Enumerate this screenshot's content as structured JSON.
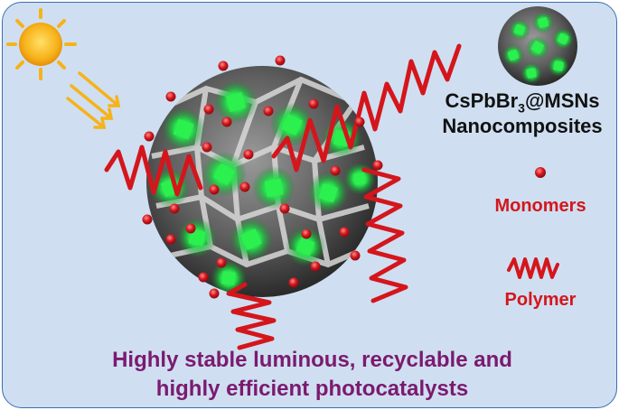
{
  "legend": {
    "composite_name_main": "CsPbBr",
    "composite_name_sub": "3",
    "composite_name_tail": "@MSNs",
    "composite_line2": "Nanocomposites",
    "monomers_label": "Monomers",
    "polymer_label": "Polymer"
  },
  "caption": {
    "line1": "Highly stable luminous, recyclable and",
    "line2": "highly efficient photocatalysts"
  },
  "colors": {
    "background": "#cfdff1",
    "border": "#3a6fb0",
    "polymer_red": "#d4161c",
    "monomer_red": "#c8101a",
    "quantum_dot_green": "#22e04a",
    "caption_purple": "#7b1a6f",
    "sun_yellow": "#f7b21a"
  },
  "icons": [
    "sun-icon",
    "light-ray-arrows",
    "nanoparticle-sphere",
    "monomer-dot",
    "polymer-zigzag"
  ]
}
